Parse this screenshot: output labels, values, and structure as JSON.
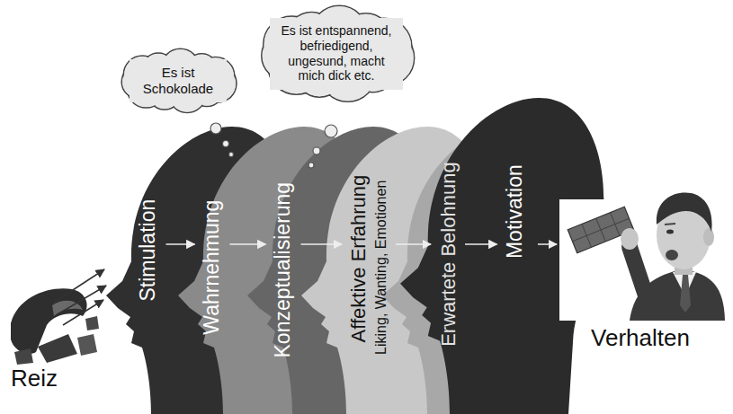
{
  "diagram": {
    "nodes": [
      {
        "text": [
          "Es ist Schokolade"
        ]
      },
      {
        "text": [
          "Es ist entspannend, befriedigend, ungesund, macht mich dick etc."
        ]
      },
      {
        "text": [
          "Stimulation"
        ]
      },
      {
        "text": [
          "Wahrnehmung"
        ]
      },
      {
        "text": [
          "Konzeptualisierung"
        ]
      },
      {
        "text": [
          "Affektive Erfahrung",
          "Liking, Wanting, Emotionen"
        ]
      },
      {
        "text": [
          "Erwartete Belohnung"
        ]
      },
      {
        "text": [
          "Motivation"
        ]
      }
    ],
    "edges": [
      {
        "from": 2,
        "to": 3,
        "arrow": "to"
      },
      {
        "from": 3,
        "to": 4,
        "arrow": "to"
      },
      {
        "from": 4,
        "to": 5,
        "arrow": "to"
      },
      {
        "from": 5,
        "to": 6,
        "arrow": "to"
      },
      {
        "from": 6,
        "to": 7,
        "arrow": "to"
      }
    ],
    "labels": [
      "Reiz",
      "Verhalten"
    ]
  }
}
